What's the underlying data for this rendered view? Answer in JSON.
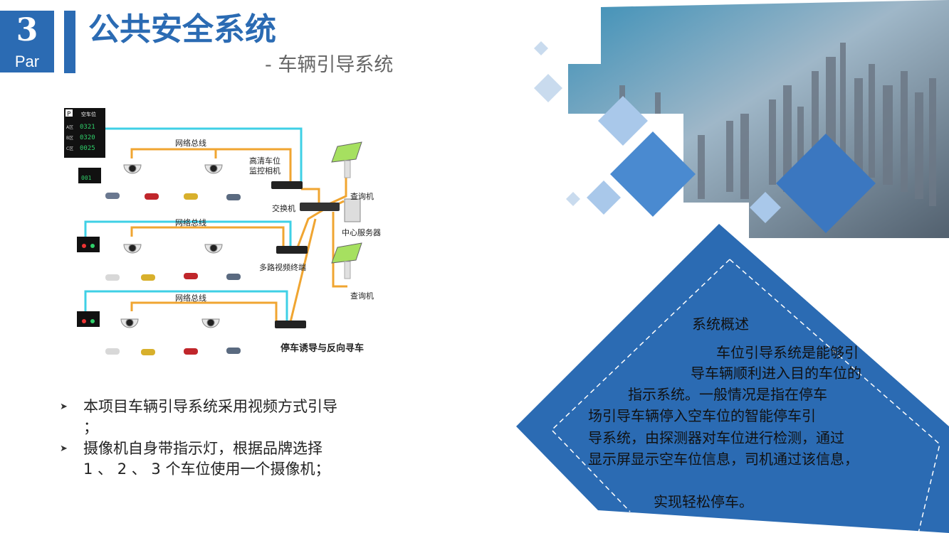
{
  "header": {
    "number": "3",
    "number_suffix": "Par",
    "title": "公共安全系统",
    "subtitle": "- 车辆引导系统"
  },
  "diagram": {
    "bus_label": "网络总线",
    "camera_label": "高清车位\n监控相机",
    "switch_label": "交换机",
    "kiosk_label": "查询机",
    "server_label": "中心服务器",
    "terminal_label": "多路视频终端",
    "guide_label": "停车诱导与反向寻车",
    "sign_header": "空车位",
    "sign_rows": [
      {
        "zone": "A区",
        "value": "0321"
      },
      {
        "zone": "B区",
        "value": "0320"
      },
      {
        "zone": "C区",
        "value": "0025"
      }
    ],
    "small_sign_value": "001"
  },
  "bullets": [
    "本项目车辆引导系统采用视频方式引导\n；",
    "摄像机自身带指示灯，根据品牌选择\n1 、 2 、 3 个车位使用一个摄像机；"
  ],
  "overview": {
    "heading": "系统概述",
    "lines": [
      "车位引导系统是能够引",
      "导车辆顺利进入目的车位的",
      "指示系统。一般情况是指在停车",
      "场引导车辆停入空车位的智能停车引",
      "导系统，由探测器对车位进行检测，通过",
      "显示屏显示空车位信息，司机通过该信息，",
      "实现轻松停车。"
    ]
  },
  "colors": {
    "brand_blue": "#2b6bb3",
    "light_blue": "#a9c8ea",
    "cyan_line": "#3fd0e6",
    "orange_line": "#f0a531"
  }
}
